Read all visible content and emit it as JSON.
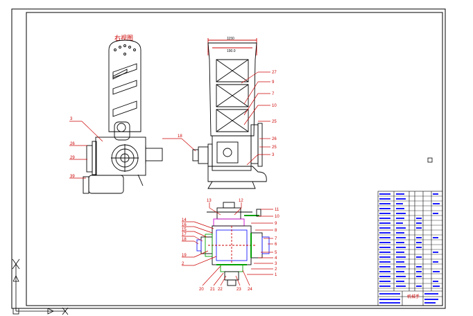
{
  "colors": {
    "background": "#ffffff",
    "ink": "#000000",
    "callout": "#cc0000",
    "blue": "#1a1aff",
    "green": "#00a000",
    "magenta": "#cc00cc"
  },
  "views": {
    "side_view_title": "右视图",
    "width_outer": "1150",
    "width_inner": "190.0",
    "left_callouts": [
      "3",
      "26",
      "29",
      "39"
    ],
    "arm_callout_18": "18",
    "front_right_callouts": [
      "27",
      "9",
      "7",
      "10",
      "25",
      "26",
      "25",
      "3"
    ]
  },
  "section_view": {
    "top_callouts": [
      "13",
      "12"
    ],
    "left_callouts": [
      "14",
      "16",
      "15",
      "17",
      "18",
      "19",
      "2"
    ],
    "right_callouts": [
      "11",
      "10",
      "9",
      "8",
      "7",
      "6",
      "5",
      "4",
      "3",
      "2",
      "1"
    ],
    "bottom_callouts": [
      "20",
      "21",
      "22",
      "23",
      "24"
    ]
  },
  "title_block": {
    "drawing_name": "机械手"
  }
}
